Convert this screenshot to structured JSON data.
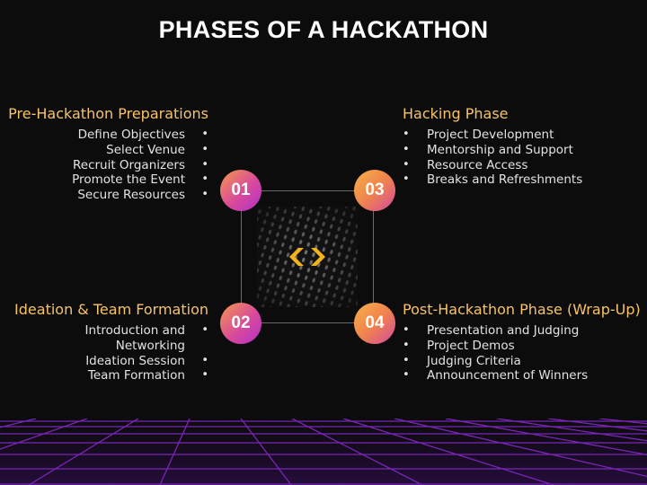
{
  "title": "PHASES OF A HACKATHON",
  "colors": {
    "background": "#0c0c0c",
    "heading": "#f7c36a",
    "accent_yellow": "#f1b21b",
    "grid": "#7a24b8",
    "badge_gradient_start": "#f39a4a",
    "badge_gradient_end": "#b12fc9"
  },
  "center_icon": "code-brackets-icon",
  "phases": [
    {
      "number": "01",
      "heading": "Pre-Hackathon Preparations",
      "items": [
        "Define Objectives",
        "Select Venue",
        "Recruit Organizers",
        "Promote the Event",
        "Secure Resources"
      ]
    },
    {
      "number": "02",
      "heading": "Ideation & Team Formation",
      "items": [
        "Introduction and Networking",
        "Ideation Session",
        "Team Formation"
      ]
    },
    {
      "number": "03",
      "heading": "Hacking Phase",
      "items": [
        "Project Development",
        "Mentorship and Support",
        "Resource Access",
        "Breaks and Refreshments"
      ]
    },
    {
      "number": "04",
      "heading": "Post-Hackathon Phase (Wrap-Up)",
      "items": [
        "Presentation and Judging",
        "Project Demos",
        "Judging Criteria",
        "Announcement of Winners"
      ]
    }
  ]
}
